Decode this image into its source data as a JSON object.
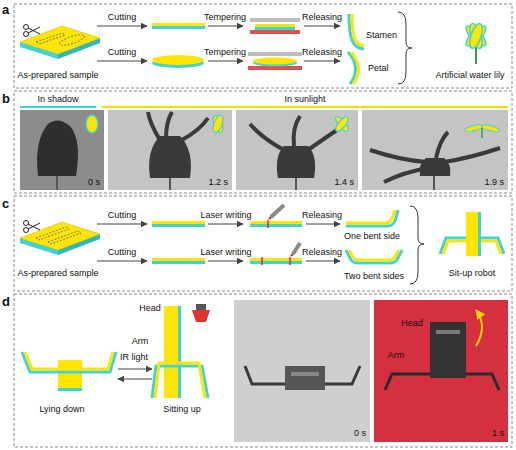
{
  "diagram": {
    "labels": [
      "a",
      "As-prepared sample",
      "Cutting",
      "Tempering",
      "Releasing",
      "Stamen",
      "Cutting",
      "Tempering",
      "Releasing",
      "Petal",
      "Artificial water lily",
      "b",
      "In shadow",
      "In sunlight",
      "0 s",
      "1.2 s",
      "1.4 s",
      "1.9 s",
      "c",
      "As-prepared sample",
      "Cutting",
      "Laser writing",
      "Releasing",
      "One bent side",
      "Cutting",
      "Laser writing",
      "Releasing",
      "Two bent sides",
      "Sit-up robot",
      "d",
      "Head",
      "Arm",
      "IR light",
      "Lying down",
      "Sitting up",
      "0 s",
      "Head",
      "Arm",
      "1 s"
    ]
  }
}
